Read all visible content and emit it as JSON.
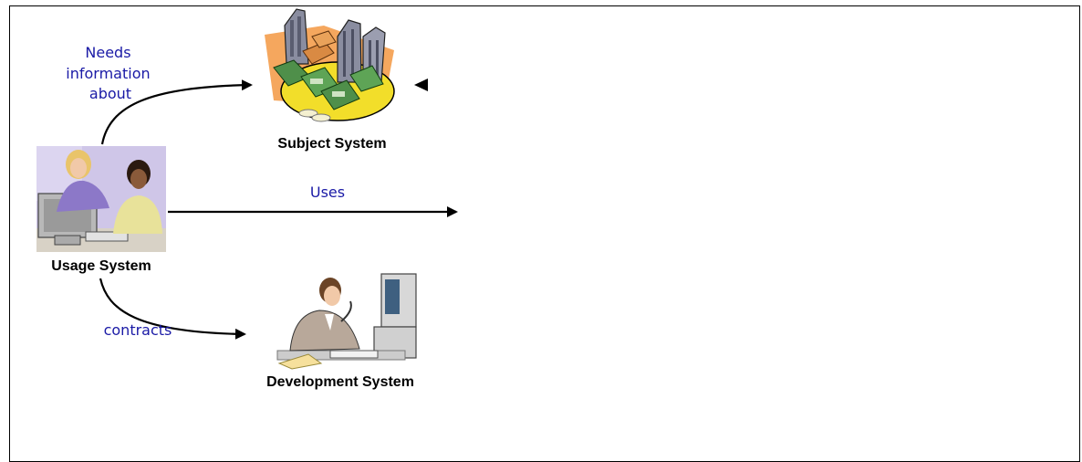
{
  "nodes": {
    "subject": {
      "label": "Subject System",
      "icon": "city-money-icon"
    },
    "usage": {
      "label": "Usage System",
      "icon": "office-workers-icon"
    },
    "development": {
      "label": "Development System",
      "icon": "developer-at-computer-icon"
    }
  },
  "edges": {
    "needs": {
      "lines": [
        "Needs",
        "information",
        "about"
      ]
    },
    "uses": {
      "label": "Uses"
    },
    "contracts": {
      "label": "contracts"
    }
  },
  "colors": {
    "edge_label": "#1a1aa6",
    "line": "#000000"
  }
}
